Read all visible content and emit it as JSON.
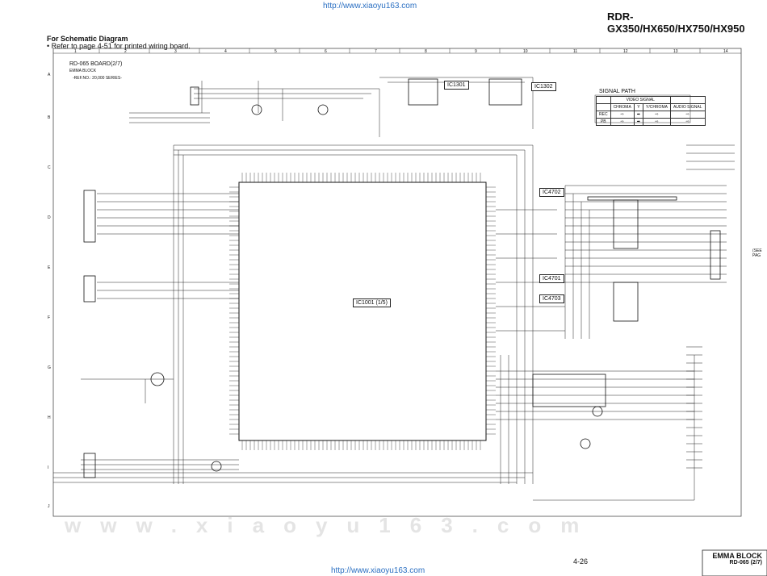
{
  "header": {
    "url_top": "http://www.xiaoyu163.com",
    "model": "RDR-GX350/HX650/HX750/HX950"
  },
  "intro": {
    "title": "For Schematic Diagram",
    "note": "• Refer to page 4-51 for printed wiring board."
  },
  "columns": [
    "1",
    "2",
    "3",
    "4",
    "5",
    "6",
    "7",
    "8",
    "9",
    "10",
    "11",
    "12",
    "13",
    "14"
  ],
  "rows": [
    "A",
    "B",
    "C",
    "D",
    "E",
    "F",
    "G",
    "H",
    "I",
    "J"
  ],
  "board": {
    "name": "RD-065 BOARD(2/7)",
    "block": "EMMA BLOCK",
    "ref": "-REF.NO.: 20,000 SERIES-"
  },
  "ics": {
    "ic1301": "IC1301",
    "ic1302": "IC1302",
    "ic4702": "IC4702",
    "ic4701": "IC4701",
    "ic4703": "IC4703",
    "ic1001": "IC1001 (1/5)"
  },
  "signal_path": {
    "title": "SIGNAL PATH",
    "header_group": "VIDEO SIGNAL",
    "cols": [
      "CHROMA",
      "Y",
      "Y/CHROMA",
      "AUDIO SIGNAL"
    ],
    "rows": [
      "REC",
      "PB"
    ]
  },
  "side_note": "(SEE PAG",
  "watermark": "www.xiaoyu163.com",
  "footer": {
    "page": "4-26",
    "block_title": "EMMA BLOCK",
    "block_sub": "RD-065 (2/7)",
    "url_bottom": "http://www.xiaoyu163.com"
  }
}
